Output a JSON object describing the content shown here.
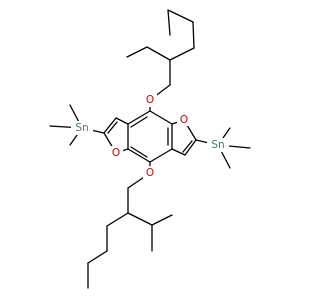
{
  "molecule": {
    "atoms": {
      "oxygen_upper": "O",
      "oxygen_lower": "O",
      "oxygen_furan_right": "O",
      "oxygen_furan_left": "O",
      "tin_right": "Sn",
      "tin_left": "Sn"
    },
    "colors": {
      "bond": "#000000",
      "oxygen": "#d40000",
      "tin": "#3a7a7a",
      "background": "#ffffff"
    }
  }
}
